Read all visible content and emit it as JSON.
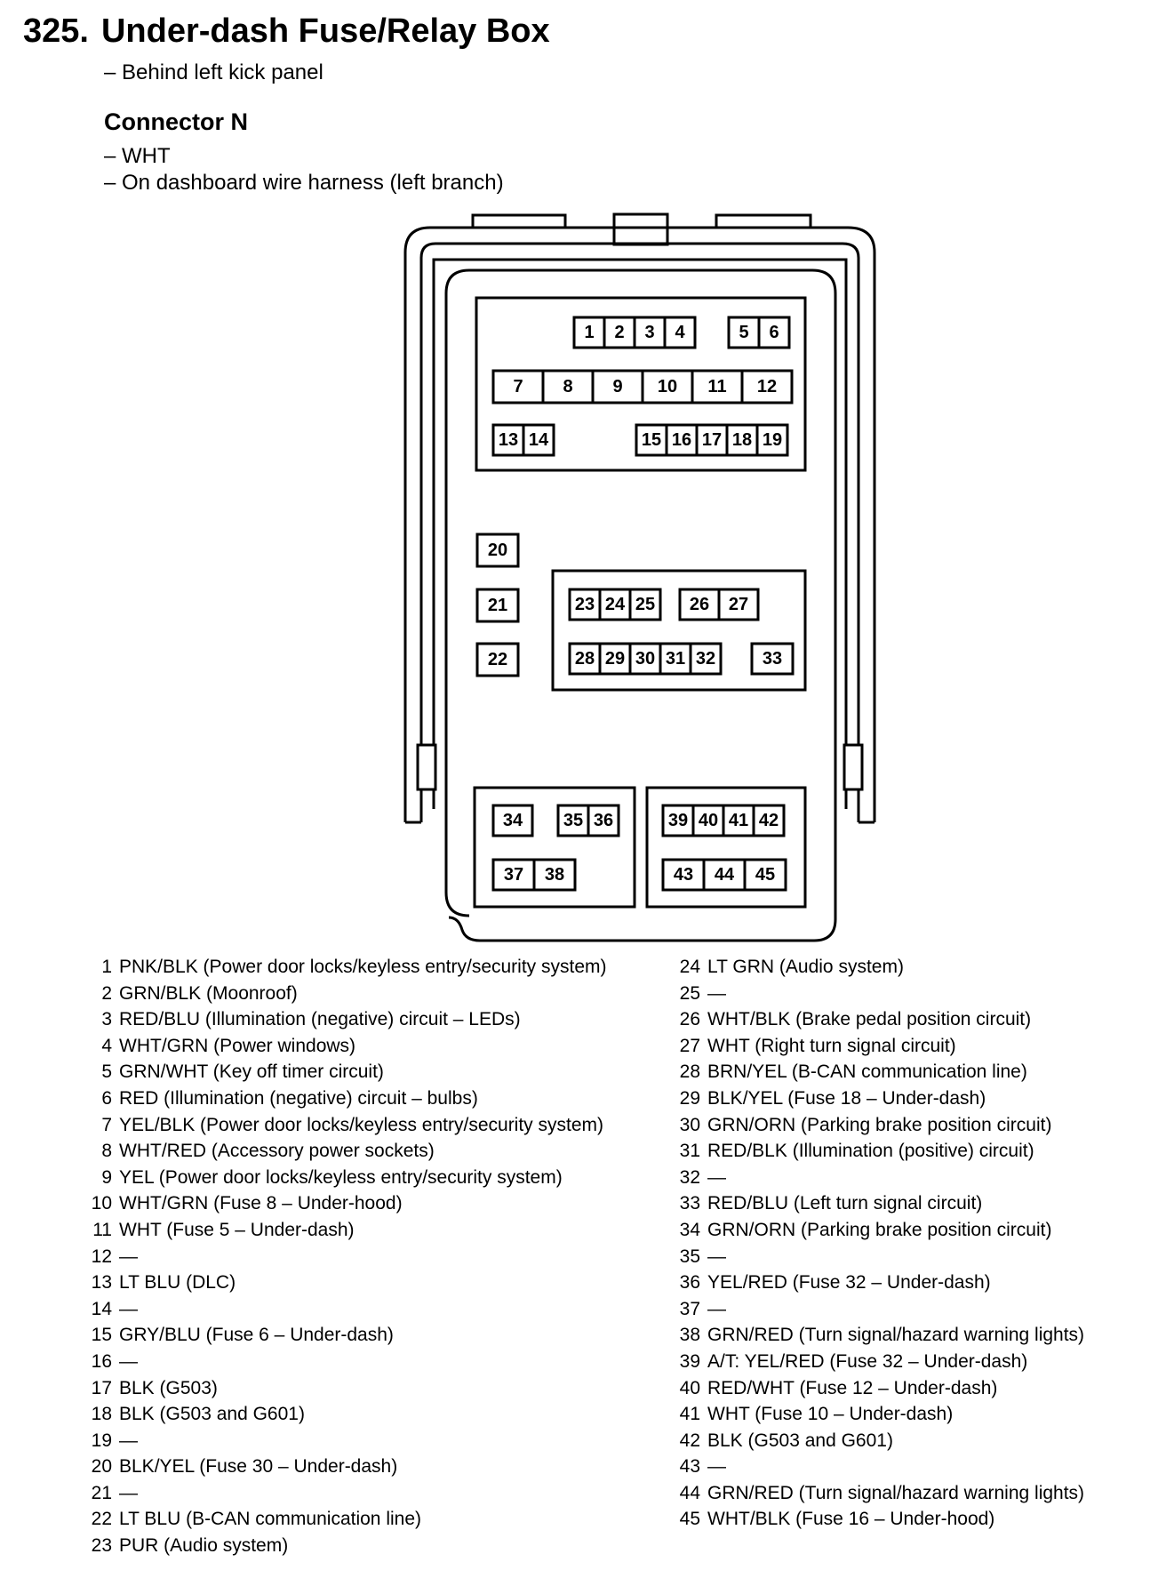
{
  "header": {
    "number": "325.",
    "title": "Under-dash Fuse/Relay Box",
    "location": "– Behind left kick panel"
  },
  "connector": {
    "title": "Connector N",
    "color": "– WHT",
    "harness": "– On dashboard wire harness (left branch)"
  },
  "pins_left": [
    {
      "n": "1",
      "desc": "PNK/BLK (Power door locks/keyless entry/security system)"
    },
    {
      "n": "2",
      "desc": "GRN/BLK (Moonroof)"
    },
    {
      "n": "3",
      "desc": "RED/BLU (Illumination (negative) circuit – LEDs)"
    },
    {
      "n": "4",
      "desc": "WHT/GRN (Power windows)"
    },
    {
      "n": "5",
      "desc": "GRN/WHT (Key off timer circuit)"
    },
    {
      "n": "6",
      "desc": "RED (Illumination (negative) circuit – bulbs)"
    },
    {
      "n": "7",
      "desc": "YEL/BLK (Power door locks/keyless entry/security system)"
    },
    {
      "n": "8",
      "desc": "WHT/RED (Accessory power sockets)"
    },
    {
      "n": "9",
      "desc": "YEL (Power door locks/keyless entry/security system)"
    },
    {
      "n": "10",
      "desc": "WHT/GRN (Fuse 8 – Under-hood)"
    },
    {
      "n": "11",
      "desc": "WHT (Fuse 5 – Under-dash)"
    },
    {
      "n": "12",
      "desc": "—"
    },
    {
      "n": "13",
      "desc": "LT BLU (DLC)"
    },
    {
      "n": "14",
      "desc": "—"
    },
    {
      "n": "15",
      "desc": "GRY/BLU (Fuse 6 – Under-dash)"
    },
    {
      "n": "16",
      "desc": "—"
    },
    {
      "n": "17",
      "desc": "BLK (G503)"
    },
    {
      "n": "18",
      "desc": "BLK (G503 and G601)"
    },
    {
      "n": "19",
      "desc": "—"
    },
    {
      "n": "20",
      "desc": "BLK/YEL (Fuse 30 – Under-dash)"
    },
    {
      "n": "21",
      "desc": "—"
    },
    {
      "n": "22",
      "desc": "LT BLU (B-CAN communication line)"
    },
    {
      "n": "23",
      "desc": "PUR (Audio system)"
    }
  ],
  "pins_right": [
    {
      "n": "24",
      "desc": "LT GRN (Audio system)"
    },
    {
      "n": "25",
      "desc": "—"
    },
    {
      "n": "26",
      "desc": "WHT/BLK (Brake pedal position circuit)"
    },
    {
      "n": "27",
      "desc": "WHT (Right turn signal circuit)"
    },
    {
      "n": "28",
      "desc": "BRN/YEL (B-CAN communication line)"
    },
    {
      "n": "29",
      "desc": "BLK/YEL (Fuse 18 – Under-dash)"
    },
    {
      "n": "30",
      "desc": "GRN/ORN (Parking brake position circuit)"
    },
    {
      "n": "31",
      "desc": "RED/BLK (Illumination (positive) circuit)"
    },
    {
      "n": "32",
      "desc": "—"
    },
    {
      "n": "33",
      "desc": "RED/BLU (Left turn signal circuit)"
    },
    {
      "n": "34",
      "desc": "GRN/ORN (Parking brake position circuit)"
    },
    {
      "n": "35",
      "desc": "—"
    },
    {
      "n": "36",
      "desc": "YEL/RED (Fuse 32 – Under-dash)"
    },
    {
      "n": "37",
      "desc": "—"
    },
    {
      "n": "38",
      "desc": "GRN/RED (Turn signal/hazard warning lights)"
    },
    {
      "n": "39",
      "desc": "A/T: YEL/RED (Fuse 32 – Under-dash)"
    },
    {
      "n": "40",
      "desc": "RED/WHT (Fuse 12 – Under-dash)"
    },
    {
      "n": "41",
      "desc": "WHT (Fuse 10 – Under-dash)"
    },
    {
      "n": "42",
      "desc": "BLK (G503 and G601)"
    },
    {
      "n": "43",
      "desc": "—"
    },
    {
      "n": "44",
      "desc": "GRN/RED (Turn signal/hazard warning lights)"
    },
    {
      "n": "45",
      "desc": "WHT/BLK (Fuse 16 – Under-hood)"
    }
  ]
}
